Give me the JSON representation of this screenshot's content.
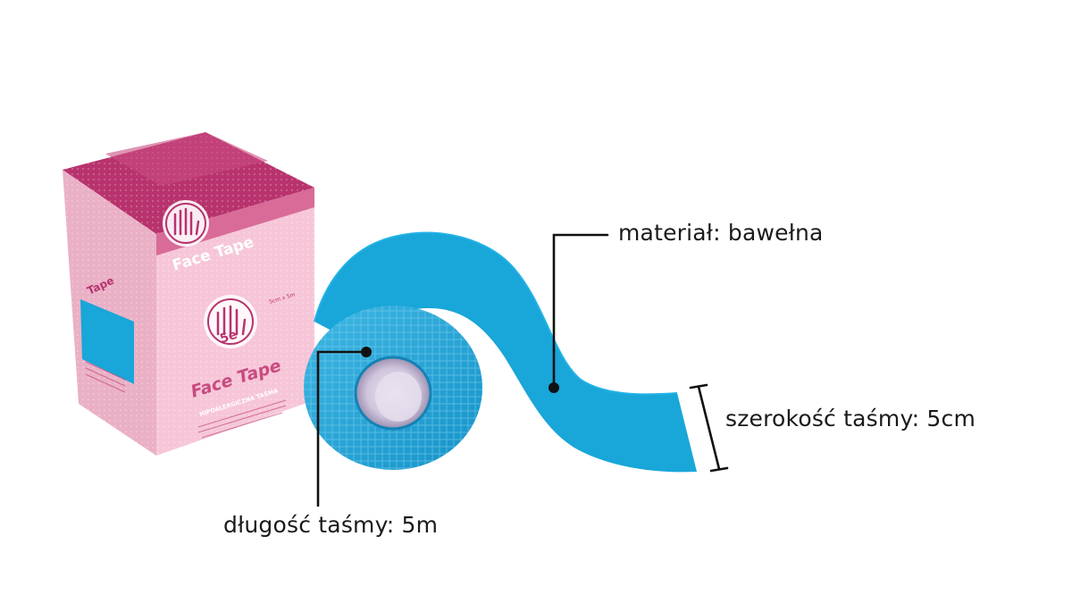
{
  "annotations": {
    "material": "materiał: bawełna",
    "width": "szerokość taśmy: 5cm",
    "length": "długość taśmy: 5m"
  },
  "box": {
    "brand": "Face Tape",
    "logo_text": "5e",
    "side_brand": "Tape",
    "subtitle": "HIPOALERGICZNA TAŚMA",
    "size_label": "5cm x 5m"
  },
  "colors": {
    "tape": "#19a6d8",
    "tape_dark": "#1189bd",
    "box_top": "#b8336e",
    "box_front": "#f6c6d8",
    "box_side": "#eab0c6",
    "line": "#111111"
  }
}
